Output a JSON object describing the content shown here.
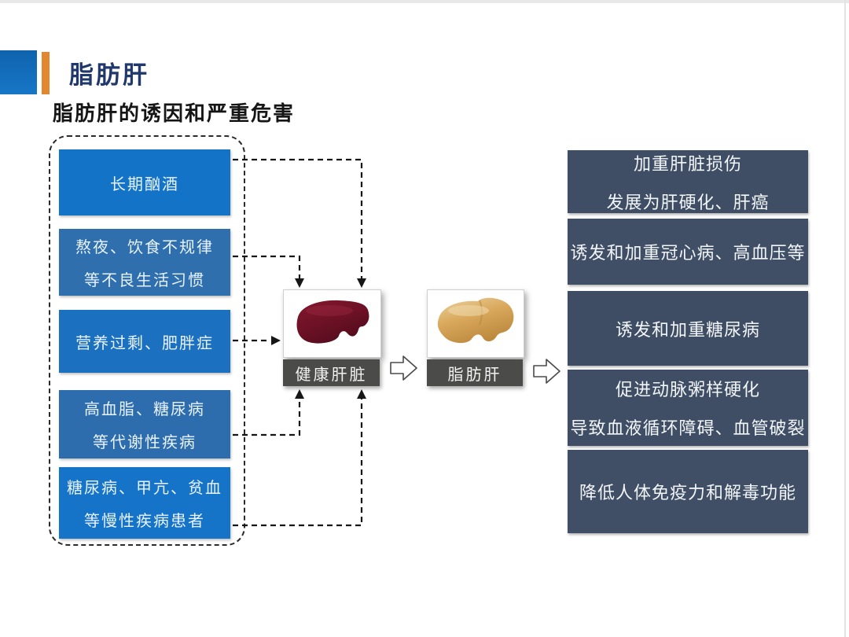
{
  "slide": {
    "title": "脂肪肝",
    "subtitle": "脂肪肝的诱因和严重危害"
  },
  "causes": {
    "items": [
      {
        "line1": "长期酗酒",
        "line2": ""
      },
      {
        "line1": "熬夜、饮食不规律",
        "line2": "等不良生活习惯"
      },
      {
        "line1": "营养过剩、肥胖症",
        "line2": ""
      },
      {
        "line1": "高血脂、糖尿病",
        "line2": "等代谢性疾病"
      },
      {
        "line1": "糖尿病、甲亢、贫血",
        "line2": "等慢性疾病患者"
      }
    ]
  },
  "center": {
    "healthy_liver_label": "健康肝脏",
    "fatty_liver_label": "脂肪肝"
  },
  "effects": {
    "items": [
      {
        "line1": "加重肝脏损伤",
        "line2": "发展为肝硬化、肝癌"
      },
      {
        "line1": "诱发和加重冠心病、高血压等",
        "line2": ""
      },
      {
        "line1": "诱发和加重糖尿病",
        "line2": ""
      },
      {
        "line1": "促进动脉粥样硬化",
        "line2": "导致血液循环障碍、血管破裂"
      },
      {
        "line1": "降低人体免疫力和解毒功能",
        "line2": ""
      }
    ]
  },
  "colors": {
    "accent_orange": "#e2862f",
    "accent_blue": "#1470bf",
    "cause_blue": "#1573c8",
    "effect_slate": "#3f4e64",
    "label_gray": "#4b4b49",
    "title_navy": "#20386b",
    "healthy_liver": "#6d1126",
    "fatty_liver": "#d9a85c"
  }
}
